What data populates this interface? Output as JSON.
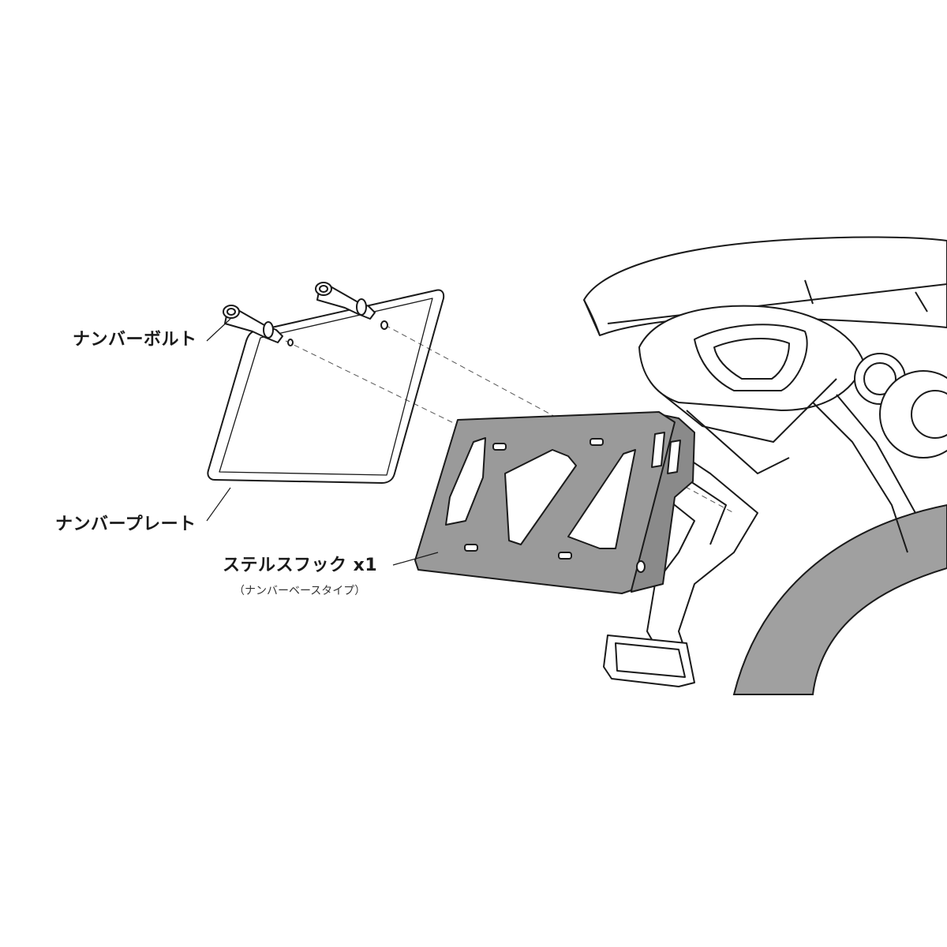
{
  "labels": {
    "bolt": "ナンバーボルト",
    "plate": "ナンバープレート",
    "hook": "ステルスフック x1",
    "hook_sub": "（ナンバーベースタイプ）"
  },
  "colors": {
    "background": "#ffffff",
    "line": "#1a1a1a",
    "bracket_fill": "#9a9a9a",
    "tire_fill": "#a0a0a0"
  },
  "icons": {
    "bolts": "hex-socket-bolt",
    "plate": "number-plate",
    "bracket": "stealth-hook-bracket",
    "motorcycle": "motorcycle-rear-section",
    "tire": "rear-tire"
  }
}
